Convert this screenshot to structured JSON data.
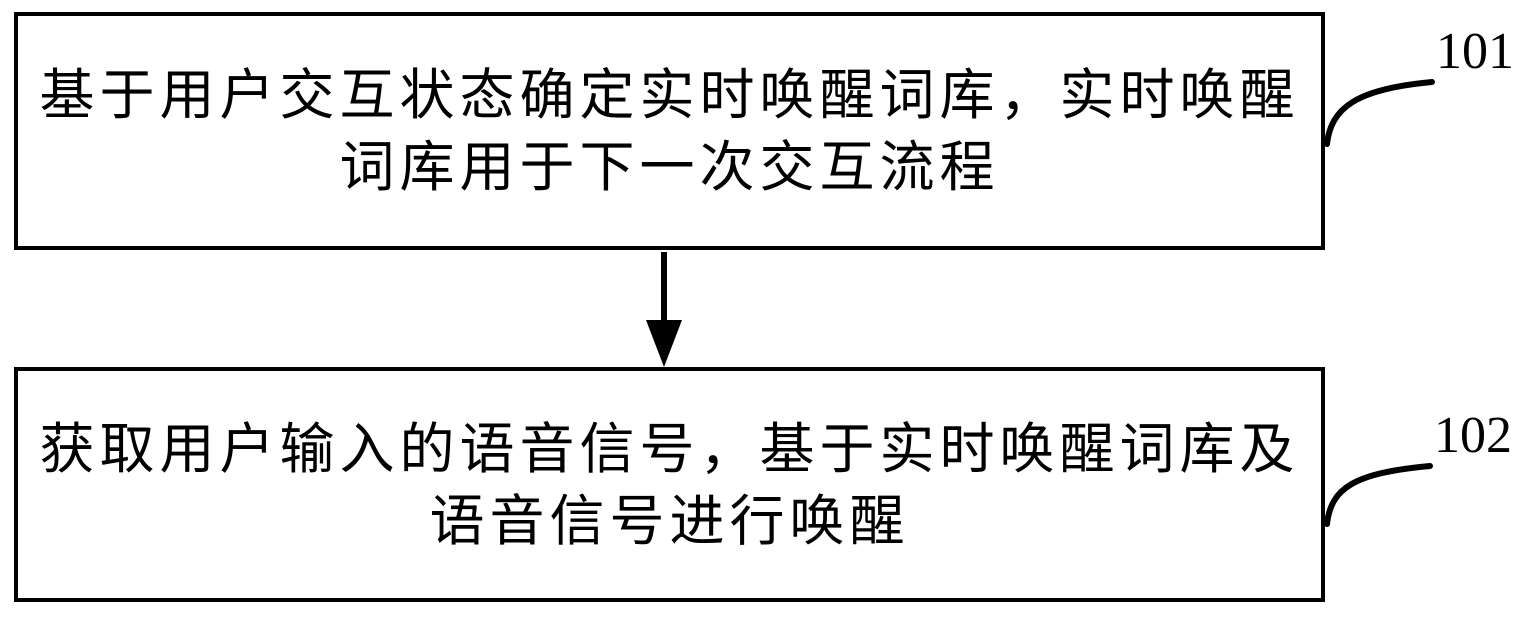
{
  "figure": {
    "type": "flowchart",
    "colors": {
      "background": "#ffffff",
      "stroke": "#000000",
      "text": "#000000"
    },
    "steps": [
      {
        "ref": "101",
        "lines": [
          "基于用户交互状态确定实时唤醒词库，实时唤醒",
          "词库用于下一次交互流程"
        ]
      },
      {
        "ref": "102",
        "lines": [
          "获取用户输入的语音信号，基于实时唤醒词库及",
          "语音信号进行唤醒"
        ]
      }
    ],
    "connectors": {
      "arrow": "step1-to-step2-down-arrow",
      "leaders": [
        "leader-curve-101",
        "leader-curve-102"
      ]
    }
  }
}
